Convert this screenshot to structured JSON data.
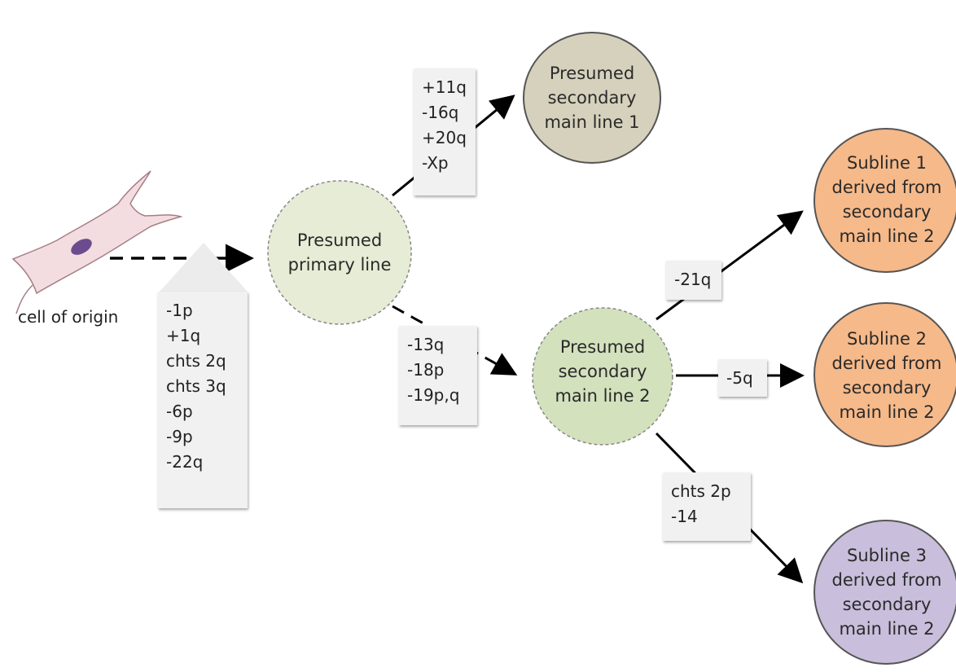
{
  "cell_of_origin_label": "cell of origin",
  "nodes": {
    "primary": [
      "Presumed",
      "primary line"
    ],
    "secondary1": [
      "Presumed",
      "secondary",
      "main line 1"
    ],
    "secondary2": [
      "Presumed",
      "secondary",
      "main line 2"
    ],
    "subline1": [
      "Subline 1",
      "derived from",
      "secondary",
      "main line 2"
    ],
    "subline2": [
      "Subline 2",
      "derived from",
      "secondary",
      "main line 2"
    ],
    "subline3": [
      "Subline 3",
      "derived from",
      "secondary",
      "main line 2"
    ]
  },
  "changes": {
    "origin_to_primary": [
      "-1p",
      "+1q",
      "chts 2q",
      "chts 3q",
      "-6p",
      "-9p",
      "-22q"
    ],
    "primary_to_secondary1": [
      "+11q",
      "-16q",
      "+20q",
      "-Xp"
    ],
    "primary_to_secondary2": [
      "-13q",
      "-18p",
      "-19p,q"
    ],
    "secondary2_to_subline1": [
      "-21q"
    ],
    "secondary2_to_subline2": [
      "-5q"
    ],
    "secondary2_to_subline3": [
      "chts 2p",
      "-14"
    ]
  },
  "colors": {
    "primary_fill": "#e6ecd5",
    "secondary1_fill": "#d6d1bc",
    "secondary2_fill": "#d3e1bd",
    "subline_orange_fill": "#f6b98a",
    "subline_purple_fill": "#c9bedb",
    "cell_fill": "#f4dde0",
    "nucleus_fill": "#6b4d8f"
  }
}
